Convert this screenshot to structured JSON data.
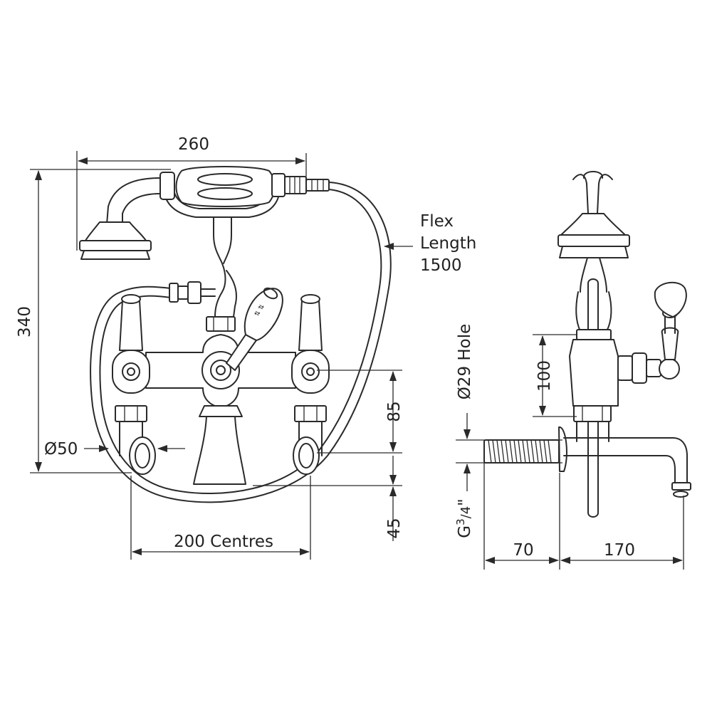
{
  "dimensions": {
    "width_overall": "260",
    "height_overall": "340",
    "flex_line1": "Flex",
    "flex_line2": "Length",
    "flex_line3": "1500",
    "spout_diameter": "Ø50",
    "centres": "200 Centres",
    "height_85": "85",
    "height_45": "45",
    "hole": "Ø29 Hole",
    "height_100": "100",
    "thread_base": "G",
    "thread_num": "3",
    "thread_den": "/4",
    "thread_mark": "\"",
    "depth_70": "70",
    "depth_170": "170"
  }
}
